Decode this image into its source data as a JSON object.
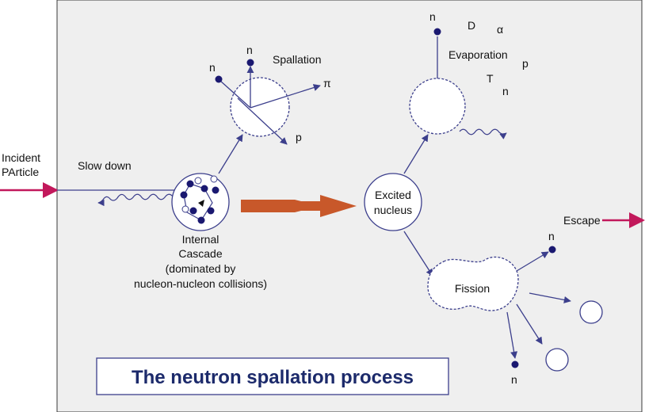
{
  "diagram": {
    "title": "The neutron spallation process",
    "incident": {
      "line1": "Incident",
      "line2": "PArticle"
    },
    "slow_down": "Slow down",
    "internal_cascade": [
      "Internal",
      "Cascade",
      "(dominated by",
      "nucleon-nucleon collisions)"
    ],
    "spallation": {
      "label": "Spallation",
      "n_top": "n",
      "n_left": "n",
      "pi": "π",
      "p": "p"
    },
    "evaporation": {
      "label": "Evaporation",
      "n_top": "n",
      "D": "D",
      "alpha": "α",
      "p": "p",
      "T": "T",
      "n_right": "n"
    },
    "excited_nucleus": {
      "line1": "Excited",
      "line2": "nucleus"
    },
    "fission": {
      "label": "Fission",
      "n_right": "n",
      "n_bottom": "n"
    },
    "escape": "Escape",
    "colors": {
      "panel": "#efefef",
      "line": "#3c3f8c",
      "particle": "#1a1870",
      "incident_arrow": "#c2185b",
      "big_arrow": "#c8582a",
      "title": "#1c2a6b"
    }
  }
}
